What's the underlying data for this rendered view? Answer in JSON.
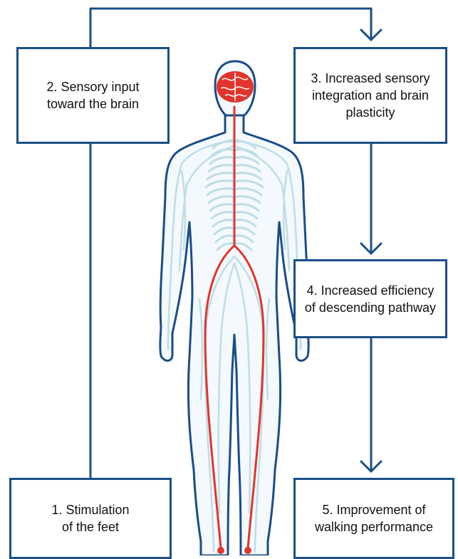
{
  "colors": {
    "arrow": "#1b4f86",
    "body_outline": "#1a4d87",
    "nerves": "#bfdde7",
    "spinal_pathway": "#e0352c",
    "brain": "#e0352c"
  },
  "boxes": {
    "step1": "1. Stimulation\nof the feet",
    "step2": "2. Sensory input\ntoward the brain",
    "step3": "3. Increased sensory\nintegration and brain\nplasticity",
    "step4": "4. Increased efficiency\nof descending pathway",
    "step5": "5. Improvement of\nwalking performance"
  },
  "icons": {
    "figure": "human-nervous-system-figure",
    "brain": "brain-icon"
  }
}
